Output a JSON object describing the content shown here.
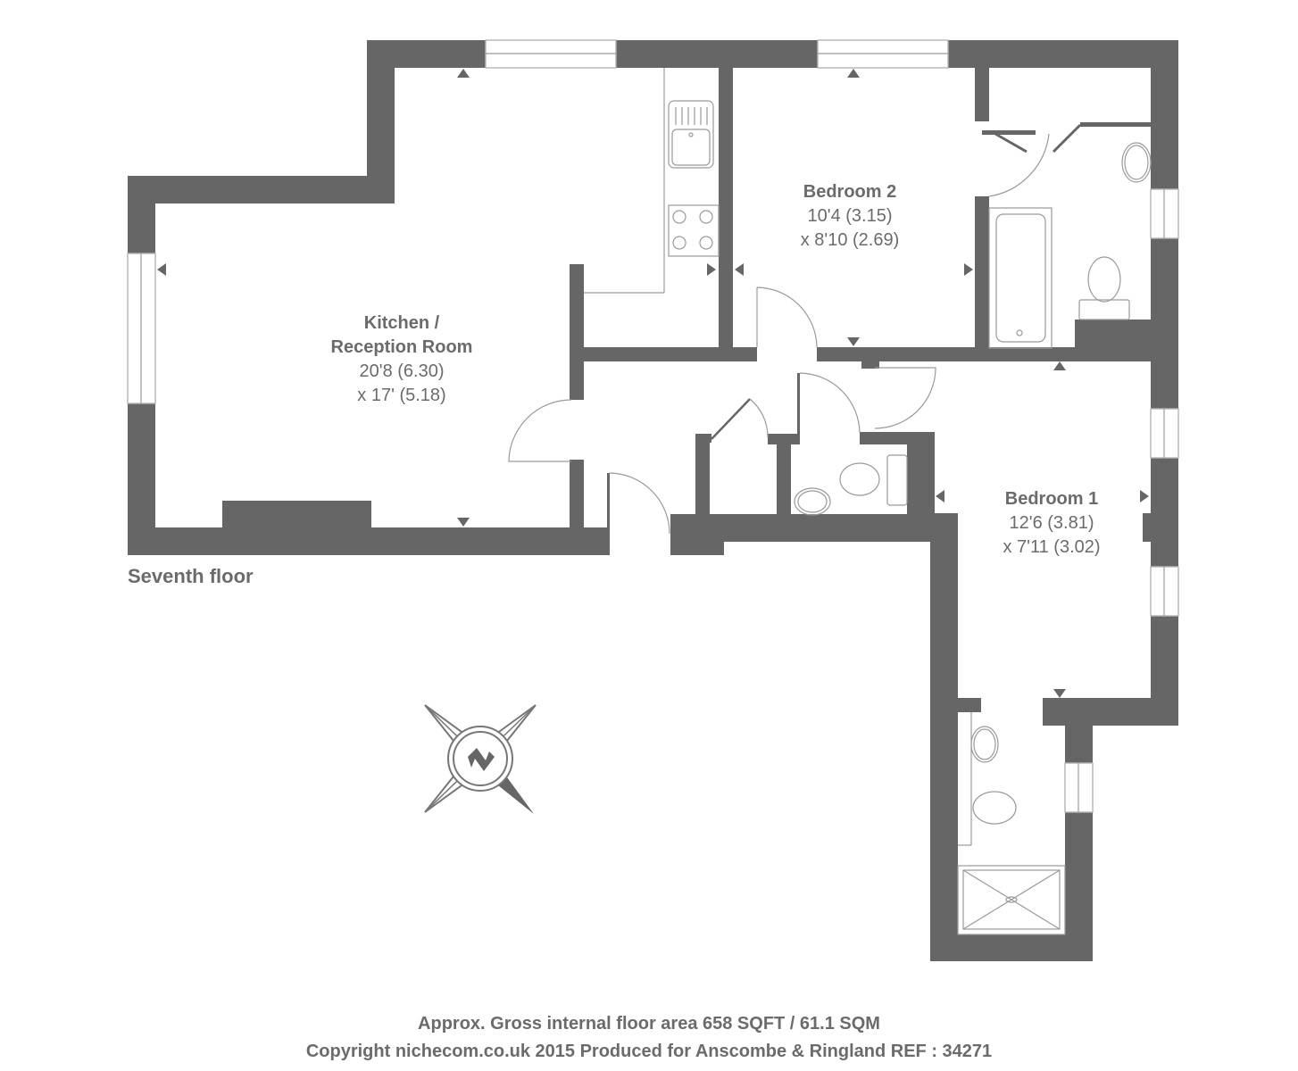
{
  "plan": {
    "floor_label": "Seventh floor",
    "colors": {
      "wall": "#666666",
      "background": "#ffffff",
      "text": "#6b6b6b",
      "fixture_line": "#9a9a9a"
    },
    "rooms": [
      {
        "id": "kitchen",
        "name_line1": "Kitchen /",
        "name_line2": "Reception Room",
        "dim_imperial": "20'8 (6.30)",
        "dim_second": "x 17' (5.18)"
      },
      {
        "id": "bedroom2",
        "name": "Bedroom 2",
        "dim_imperial": "10'4 (3.15)",
        "dim_second": "x 8'10 (2.69)"
      },
      {
        "id": "bedroom1",
        "name": "Bedroom 1",
        "dim_imperial": "12'6 (3.81)",
        "dim_second": "x 7'11 (3.02)"
      }
    ],
    "compass": {
      "icon": "north-compass-icon",
      "letter": "N"
    }
  },
  "footer": {
    "area": "Approx. Gross internal floor area 658 SQFT / 61.1 SQM",
    "copyright": "Copyright nichecom.co.uk 2015 Produced for Anscombe & Ringland REF : 34271"
  }
}
